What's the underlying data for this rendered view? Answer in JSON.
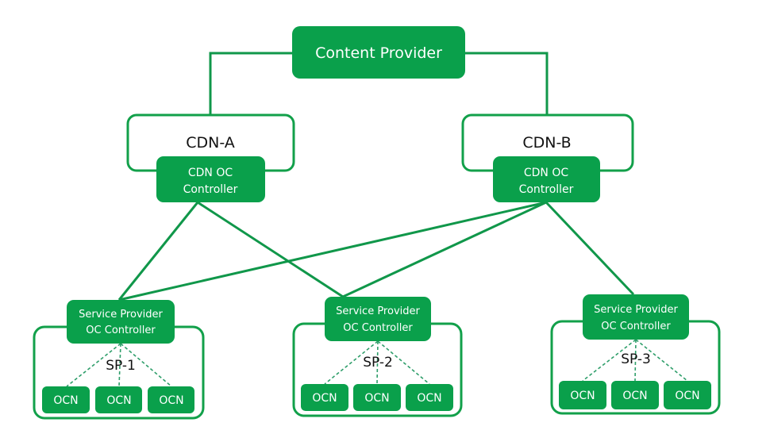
{
  "diagram": {
    "content_provider": {
      "label": "Content Provider"
    },
    "cdns": [
      {
        "name": "CDN-A",
        "controller_line1": "CDN OC",
        "controller_line2": "Controller"
      },
      {
        "name": "CDN-B",
        "controller_line1": "CDN OC",
        "controller_line2": "Controller"
      }
    ],
    "service_providers": [
      {
        "name": "SP-1",
        "controller_line1": "Service Provider",
        "controller_line2": "OC Controller",
        "nodes": [
          "OCN",
          "OCN",
          "OCN"
        ]
      },
      {
        "name": "SP-2",
        "controller_line1": "Service Provider",
        "controller_line2": "OC Controller",
        "nodes": [
          "OCN",
          "OCN",
          "OCN"
        ]
      },
      {
        "name": "SP-3",
        "controller_line1": "Service Provider",
        "controller_line2": "OC Controller",
        "nodes": [
          "OCN",
          "OCN",
          "OCN"
        ]
      }
    ],
    "connections": [
      {
        "from": "Content Provider",
        "to": "CDN-A"
      },
      {
        "from": "Content Provider",
        "to": "CDN-B"
      },
      {
        "from": "CDN-A",
        "to": "SP-1"
      },
      {
        "from": "CDN-A",
        "to": "SP-2"
      },
      {
        "from": "CDN-B",
        "to": "SP-1"
      },
      {
        "from": "CDN-B",
        "to": "SP-2"
      },
      {
        "from": "CDN-B",
        "to": "SP-3"
      }
    ],
    "colors": {
      "accent": "#0aa04b",
      "outline": "#12a04a",
      "background": "#ffffff"
    }
  }
}
